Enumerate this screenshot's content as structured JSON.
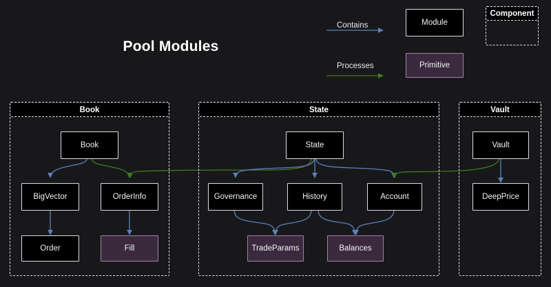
{
  "diagram": {
    "title": "Pool Modules",
    "background_color": "#18181b",
    "module_fill": "#000000",
    "module_border": "#dcdce2",
    "primitive_fill": "#3b2a3d",
    "primitive_border": "#9f82ab",
    "contains_color": "#5b82b8",
    "processes_color": "#3e7a20"
  },
  "legend": {
    "contains_label": "Contains",
    "processes_label": "Processes",
    "module_label": "Module",
    "primitive_label": "Primitive",
    "component_label": "Component"
  },
  "subgraphs": [
    {
      "id": "book",
      "label": "Book"
    },
    {
      "id": "state",
      "label": "State"
    },
    {
      "id": "vault",
      "label": "Vault"
    }
  ],
  "nodes": {
    "book": {
      "label": "Book",
      "type": "module",
      "group": "book"
    },
    "bigvector": {
      "label": "BigVector",
      "type": "module",
      "group": "book"
    },
    "orderinfo": {
      "label": "OrderInfo",
      "type": "module",
      "group": "book"
    },
    "order": {
      "label": "Order",
      "type": "module",
      "group": "book"
    },
    "fill": {
      "label": "Fill",
      "type": "primitive",
      "group": "book"
    },
    "state": {
      "label": "State",
      "type": "module",
      "group": "state"
    },
    "governance": {
      "label": "Governance",
      "type": "module",
      "group": "state"
    },
    "history": {
      "label": "History",
      "type": "module",
      "group": "state"
    },
    "account": {
      "label": "Account",
      "type": "module",
      "group": "state"
    },
    "tradeparams": {
      "label": "TradeParams",
      "type": "primitive",
      "group": "state"
    },
    "balances": {
      "label": "Balances",
      "type": "primitive",
      "group": "state"
    },
    "vault": {
      "label": "Vault",
      "type": "module",
      "group": "vault"
    },
    "deepprice": {
      "label": "DeepPrice",
      "type": "module",
      "group": "vault"
    }
  },
  "edges": [
    {
      "from": "book",
      "to": "bigvector",
      "kind": "contains"
    },
    {
      "from": "bigvector",
      "to": "order",
      "kind": "contains"
    },
    {
      "from": "orderinfo",
      "to": "fill",
      "kind": "contains"
    },
    {
      "from": "book",
      "to": "orderinfo",
      "kind": "processes"
    },
    {
      "from": "state",
      "to": "orderinfo",
      "kind": "processes"
    },
    {
      "from": "state",
      "to": "governance",
      "kind": "contains"
    },
    {
      "from": "state",
      "to": "history",
      "kind": "contains"
    },
    {
      "from": "governance",
      "to": "tradeparams",
      "kind": "contains"
    },
    {
      "from": "history",
      "to": "tradeparams",
      "kind": "contains"
    },
    {
      "from": "history",
      "to": "balances",
      "kind": "contains"
    },
    {
      "from": "account",
      "to": "balances",
      "kind": "contains"
    },
    {
      "from": "vault",
      "to": "account",
      "kind": "processes"
    },
    {
      "from": "vault",
      "to": "deepprice",
      "kind": "contains"
    }
  ]
}
